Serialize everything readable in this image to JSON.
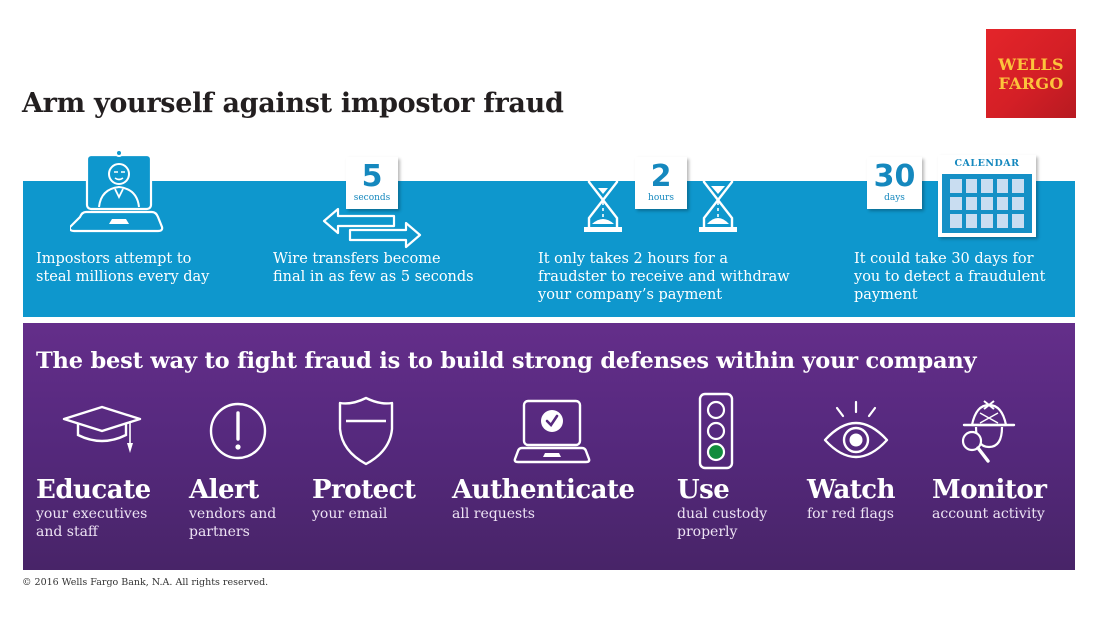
{
  "header": {
    "title": "Arm yourself against impostor fraud",
    "logo": {
      "line1": "WELLS",
      "line2": "FARGO"
    }
  },
  "colors": {
    "blue_band": "#0e97cd",
    "purple_band_top": "#642e8a",
    "purple_band_bottom": "#482468",
    "logo_red": "#d71e28",
    "logo_gold": "#fcc33c",
    "traffic_green": "#118c3c"
  },
  "stats": [
    {
      "icon": "laptop-impostor-icon",
      "text": "Impostors attempt to\nsteal millions every day"
    },
    {
      "icon": "transfer-arrows-icon",
      "badge_number": "5",
      "badge_unit": "seconds",
      "text": "Wire transfers become\nfinal in as few as 5 seconds"
    },
    {
      "icon": "hourglass-icon",
      "badge_number": "2",
      "badge_unit": "hours",
      "text": "It only takes 2 hours for a\nfraudster to receive and withdraw\nyour company’s payment"
    },
    {
      "icon": "calendar-icon",
      "badge_number": "30",
      "badge_unit": "days",
      "calendar_label": "CALENDAR",
      "text": "It could take 30 days for\nyou to detect a fraudulent\npayment"
    }
  ],
  "defenses": {
    "heading": "The best way to fight fraud is to build strong defenses within your company",
    "items": [
      {
        "icon": "graduation-cap-icon",
        "verb": "Educate",
        "desc": "your executives\nand staff"
      },
      {
        "icon": "alert-icon",
        "verb": "Alert",
        "desc": "vendors and\npartners"
      },
      {
        "icon": "shield-icon",
        "verb": "Protect",
        "desc": "your email"
      },
      {
        "icon": "laptop-check-icon",
        "verb": "Authenticate",
        "desc": "all requests"
      },
      {
        "icon": "traffic-light-icon",
        "verb": "Use",
        "desc": "dual custody\nproperly"
      },
      {
        "icon": "eye-icon",
        "verb": "Watch",
        "desc": "for red flags"
      },
      {
        "icon": "detective-magnifier-icon",
        "verb": "Monitor",
        "desc": "account activity"
      }
    ]
  },
  "footer": {
    "copyright": "© 2016 Wells Fargo Bank, N.A. All rights reserved."
  }
}
